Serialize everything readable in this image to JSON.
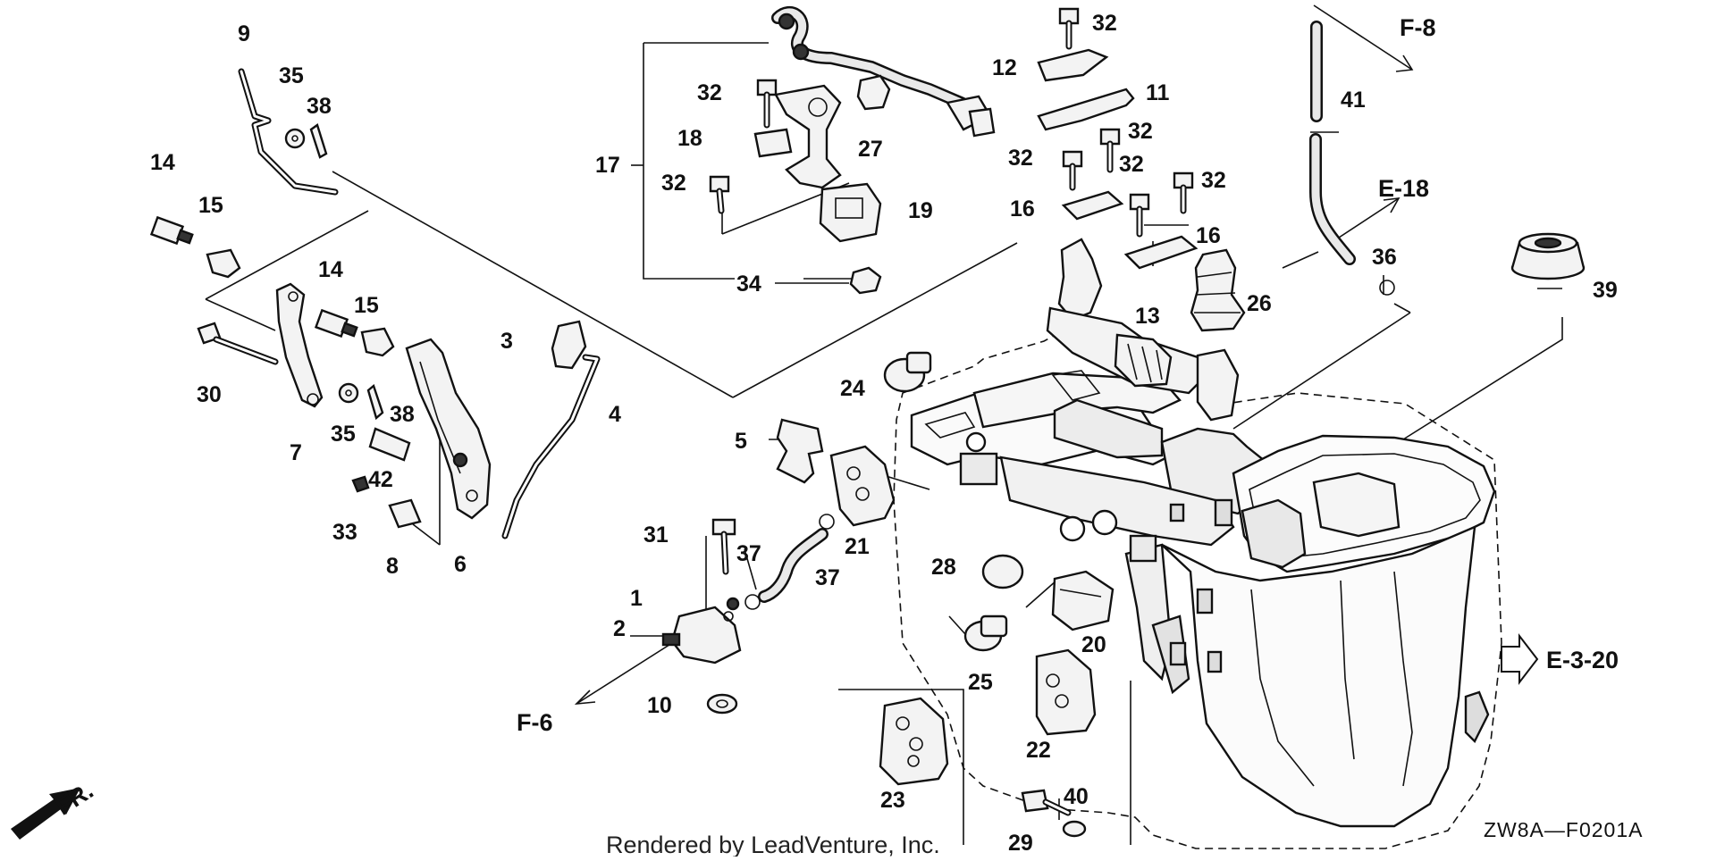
{
  "diagram": {
    "callouts": [
      "1",
      "2",
      "3",
      "4",
      "5",
      "6",
      "7",
      "8",
      "9",
      "10",
      "11",
      "12",
      "13",
      "14",
      "14",
      "15",
      "15",
      "16",
      "16",
      "17",
      "18",
      "19",
      "20",
      "21",
      "22",
      "23",
      "24",
      "25",
      "26",
      "27",
      "28",
      "29",
      "30",
      "31",
      "32",
      "32",
      "32",
      "32",
      "32",
      "32",
      "32",
      "33",
      "34",
      "35",
      "35",
      "36",
      "37",
      "37",
      "38",
      "38",
      "39",
      "40",
      "41",
      "42"
    ],
    "references": [
      "F-8",
      "E-18",
      "E-3-20",
      "F-6"
    ],
    "front_marker": "FR.",
    "credit": "Rendered by LeadVenture, Inc.",
    "diagram_code": "ZW8A—F0201A"
  }
}
